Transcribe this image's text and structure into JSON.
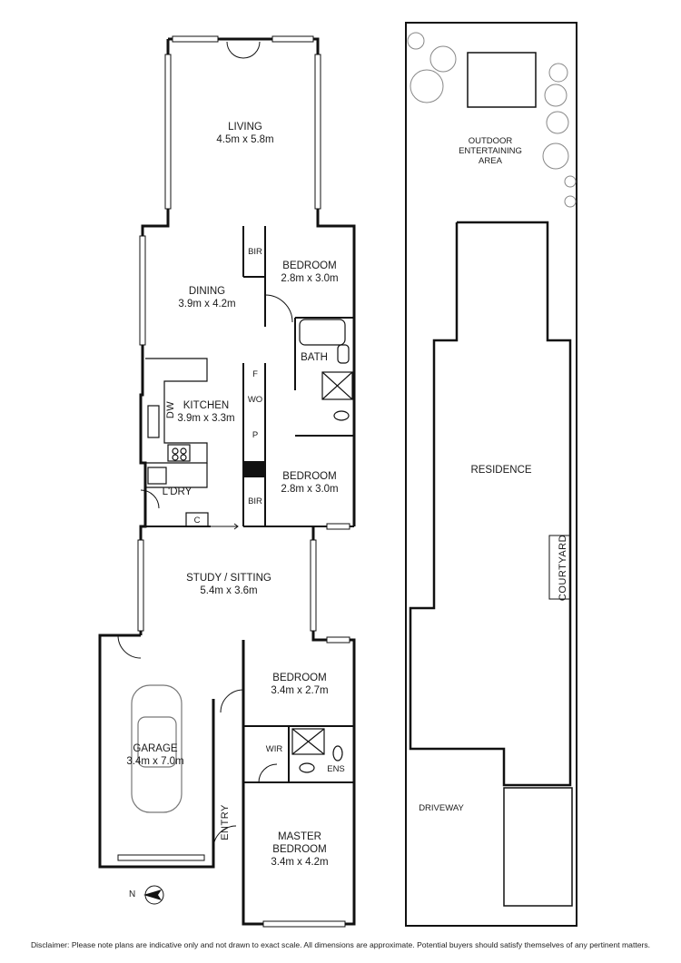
{
  "rooms": {
    "living": {
      "name": "LIVING",
      "dims": "4.5m x 5.8m"
    },
    "dining": {
      "name": "DINING",
      "dims": "3.9m x 4.2m"
    },
    "kitchen": {
      "name": "KITCHEN",
      "dims": "3.9m x 3.3m"
    },
    "bedroom1": {
      "name": "BEDROOM",
      "dims": "2.8m x 3.0m"
    },
    "bedroom2": {
      "name": "BEDROOM",
      "dims": "2.8m x 3.0m"
    },
    "bedroom3": {
      "name": "BEDROOM",
      "dims": "3.4m x 2.7m"
    },
    "study": {
      "name": "STUDY / SITTING",
      "dims": "5.4m x 3.6m"
    },
    "garage": {
      "name": "GARAGE",
      "dims": "3.4m x 7.0m"
    },
    "master": {
      "name_line1": "MASTER",
      "name_line2": "BEDROOM",
      "dims": "3.4m x 4.2m"
    },
    "laundry": {
      "name": "L'DRY"
    }
  },
  "small_labels": {
    "bir_top": "BIR",
    "bir_bottom": "BIR",
    "bath": "BATH",
    "f": "F",
    "wo": "WO",
    "p": "P",
    "c": "C",
    "dw": "DW",
    "wir": "WIR",
    "ens": "ENS",
    "entry": "ENTRY"
  },
  "site": {
    "outdoor_line1": "OUTDOOR",
    "outdoor_line2": "ENTERTAINING",
    "outdoor_line3": "AREA",
    "residence": "RESIDENCE",
    "courtyard": "COURTYARD",
    "driveway": "DRIVEWAY"
  },
  "compass": {
    "label": "N"
  },
  "disclaimer": "Disclaimer: Please note plans are indicative only and not drawn to exact scale. All dimensions are approximate. Potential buyers should satisfy themselves of any pertinent matters."
}
